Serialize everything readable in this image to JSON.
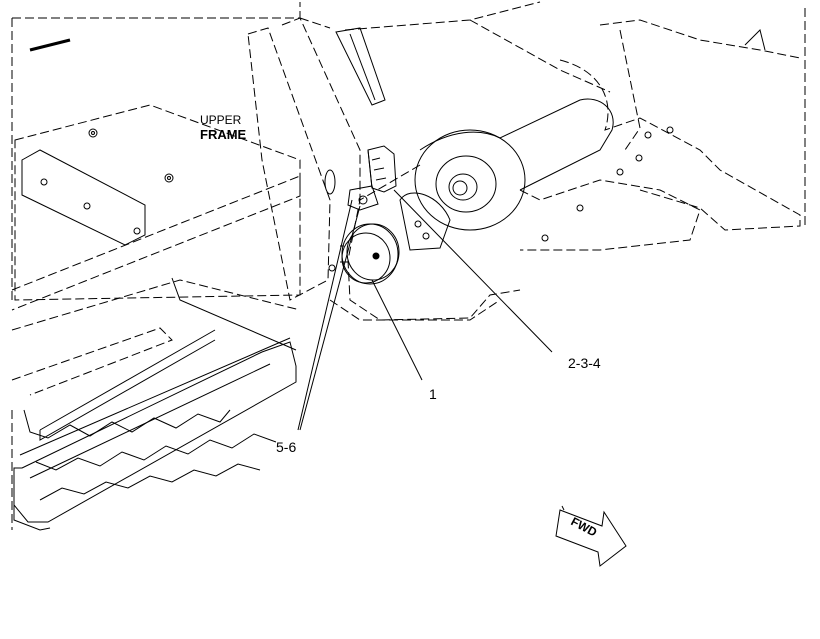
{
  "diagram": {
    "frame_label_line1": "UPPER",
    "frame_label_line2": "FRAME",
    "callouts": [
      {
        "id": "callout-1",
        "text": "1"
      },
      {
        "id": "callout-2-3-4",
        "text": "2-3-4"
      },
      {
        "id": "callout-5-6",
        "text": "5-6"
      }
    ],
    "direction_arrow": {
      "text": "FWD",
      "icon": "forward-arrow-icon"
    },
    "parts": {
      "horn": "horn-disc",
      "bracket": "mounting-bracket",
      "step": "step-ladder"
    }
  }
}
